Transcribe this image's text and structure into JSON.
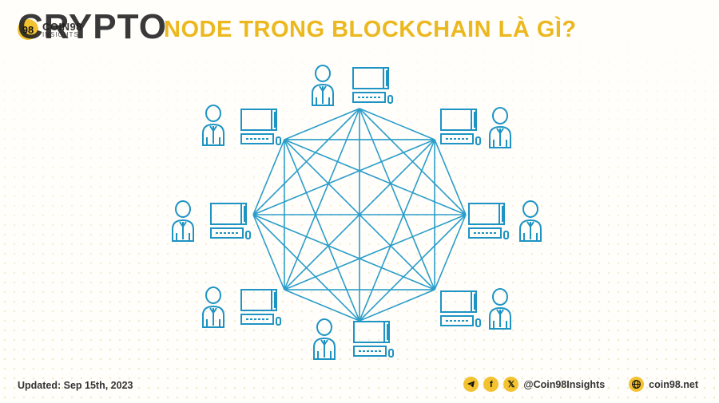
{
  "header": {
    "logo_mark": "98",
    "logo_name": "COIN98",
    "logo_sub": "INSIGHTS",
    "overlay_word": "CRYPTO",
    "title": "NODE TRONG BLOCKCHAIN LÀ GÌ?"
  },
  "diagram": {
    "line_color": "#2a9dc9",
    "icon_color": "#1e94c4",
    "node_count": 8
  },
  "footer": {
    "updated": "Updated: Sep 15th, 2023",
    "social_handle": "@Coin98Insights",
    "website": "coin98.net",
    "accent_color": "#f2c230"
  }
}
